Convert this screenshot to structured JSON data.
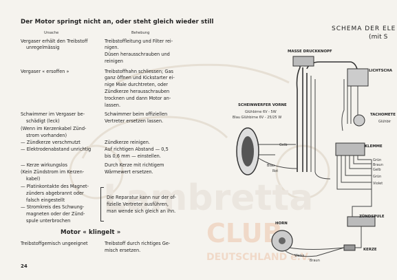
{
  "page": {
    "number": "24",
    "title": "Der Motor springt nicht an, oder steht gleich wieder still",
    "schema_title_1": "SCHEMA DER ELE",
    "schema_title_2": "(mit S",
    "col_cause": "Ursache",
    "col_remedy": "Behebung"
  },
  "rows": [
    {
      "c": [
        "Vergaser erhält den Treibstoff",
        "unregelmässig"
      ],
      "r": [
        "Treibstoffleitung und Filter rei-",
        "nigen.",
        "Düsen herausschrauben und",
        "reinigen"
      ]
    },
    {
      "c": [
        "Vergaser « ersoffen »"
      ],
      "r": [
        "Treibstoffhahn schliessen; Gas",
        "ganz öffnen und Kickstarter ei-",
        "nige Male durchtreten, oder",
        "Zündkerze herausschrauben",
        "trocknen und dann Motor an-",
        "lassen."
      ]
    },
    {
      "c": [
        "Schwimmer im Vergaser be-",
        "schädigt (leck)"
      ],
      "r": [
        "Schwimmer beim offiziellen",
        "Vertreter ersetzen lassen."
      ]
    },
    {
      "c": [
        "(Wenn im Kerzenkabel Zünd-",
        "strom vorhanden)"
      ],
      "r": []
    },
    {
      "c": [
        "— Zündkerze verschmutzt"
      ],
      "r": [
        "Zündkerze reinigen."
      ]
    },
    {
      "c": [
        "— Elektrodenabstand unrichtig"
      ],
      "r": [
        "Auf richtigen Abstand — 0,5",
        "bis 0,6 mm — einstellen."
      ]
    },
    {
      "c": [
        "— Kerze wirkungslos",
        "(Kein Zündstrom im Kerzen-",
        "kabel)"
      ],
      "r": [
        "Durch Kerze mit richtigem",
        "Wärmewert ersetzen."
      ]
    },
    {
      "c": [
        "— Platinkontakte des Magnet-",
        "zünders abgebrannt oder",
        "falsch eingestellt",
        "— Stromkreis des Schwung-",
        "magneten oder der Zünd-",
        "spule unterbrochen"
      ],
      "r": [
        "Die Reparatur kann nur der of-",
        "fizielle Vertreter ausführen,",
        "man wende sich gleich an ihn."
      ]
    }
  ],
  "section2": {
    "title": "Motor « klingelt »",
    "cause": "Treibstoffgemisch ungeeignet",
    "remedy": [
      "Treibstoff durch richtiges Ge-",
      "misch ersetzen."
    ]
  },
  "diagram": {
    "masse": "MASSE DRUCKKNOPF",
    "licht": "LICHTSCHA",
    "scheinwerfer": "SCHEINWERFER VORNE",
    "bulb1": "Glühbirne 6V - 5W",
    "bulb2": "Blau Glühbirne 6V - 25/25 W",
    "tacho": "TACHOMETE",
    "tacho_sub": "Glühbir",
    "klemme": "KLEMME",
    "zuendspule": "ZÜNDSPULE",
    "horn": "HORN",
    "kerze": "KERZE",
    "w_gelb": "Gelb",
    "w_blau": "Blau",
    "w_rot": "Rot",
    "w_gruen": "Grün",
    "w_braun": "Braun",
    "w_gelb2": "Gelb",
    "w_gruen2": "Grün",
    "w_violet": "Violet",
    "w_weiss": "Weiss",
    "w_braun2": "Braun"
  },
  "watermark": {
    "line1": "Lambretta",
    "line2": "CLUB",
    "line3": "DEUTSCHLAND e.V."
  }
}
